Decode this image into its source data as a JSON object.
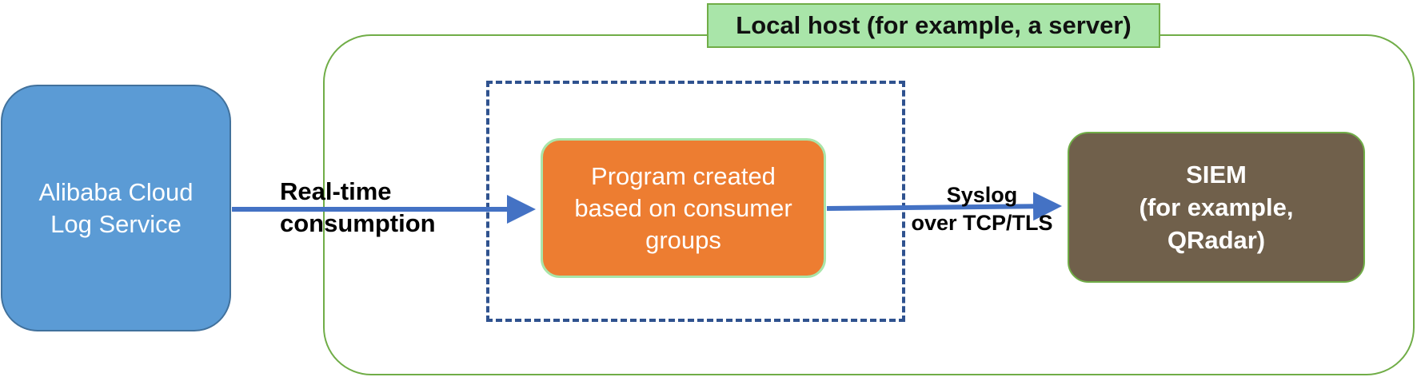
{
  "host": {
    "title": "Local host (for example, a server)"
  },
  "source": {
    "label": "Alibaba Cloud\nLog Service"
  },
  "program": {
    "label": "Program created\nbased on consumer\ngroups"
  },
  "siem": {
    "label": "SIEM\n(for example,\nQRadar)"
  },
  "edges": {
    "consume_label": "Real-time\nconsumption",
    "syslog_label": "Syslog\nover TCP/TLS"
  },
  "colors": {
    "arrow": "#4472c4",
    "host_border": "#70ad47",
    "host_title_bg": "#a9e5a9",
    "dashed_border": "#2f528f",
    "source_fill": "#5b9bd5",
    "program_fill": "#ed7d31",
    "siem_fill": "#70604b"
  }
}
